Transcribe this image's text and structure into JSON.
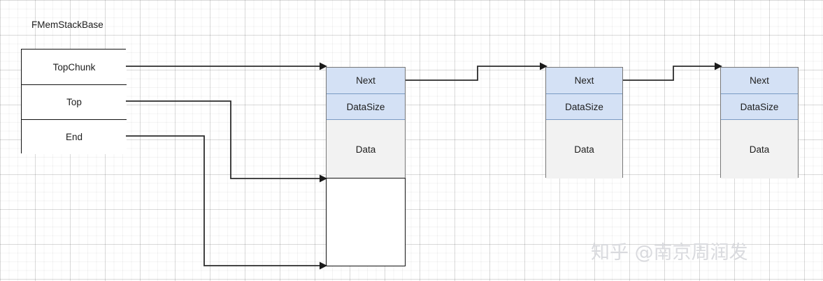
{
  "diagram": {
    "title_label": "FMemStackBase",
    "struct": {
      "name": "FMemStackBase",
      "fields": [
        {
          "label": "TopChunk"
        },
        {
          "label": "Top"
        },
        {
          "label": "End"
        }
      ]
    },
    "chunks": [
      {
        "id": "chunk-1",
        "cells": {
          "next": "Next",
          "datasize": "DataSize",
          "data": "Data"
        }
      },
      {
        "id": "chunk-2",
        "cells": {
          "next": "Next",
          "datasize": "DataSize",
          "data": "Data"
        }
      },
      {
        "id": "chunk-3",
        "cells": {
          "next": "Next",
          "datasize": "DataSize",
          "data": "Data"
        }
      }
    ],
    "free_block": {
      "label": ""
    },
    "connectors": [
      {
        "from": "TopChunk",
        "to": "chunk-1.Next",
        "arrow": true
      },
      {
        "from": "Top",
        "to": "chunk-1.free-space-top",
        "arrow": true
      },
      {
        "from": "End",
        "to": "chunk-1.free-space-bottom",
        "arrow": true
      },
      {
        "from": "chunk-1.Next",
        "to": "chunk-2.Next",
        "arrow": true
      },
      {
        "from": "chunk-2.Next",
        "to": "chunk-3.Next",
        "arrow": true
      }
    ],
    "colors": {
      "header_fill": "#d4e1f5",
      "data_fill": "#f2f2f2",
      "box_fill": "#ffffff",
      "border_dark": "#111111",
      "border_gray": "#777777",
      "wire": "#2b2b2b",
      "grid_minor": "#f0f0f0",
      "grid_major": "#e3e3e3",
      "watermark": "#d9dade"
    }
  },
  "watermark": {
    "text": "知乎 @南京周润发"
  }
}
